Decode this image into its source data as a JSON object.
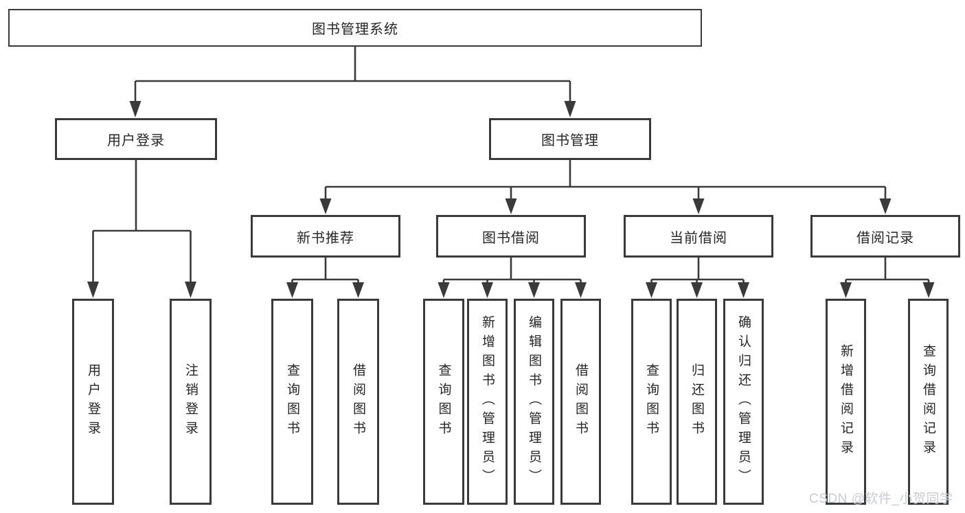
{
  "diagram": {
    "root": {
      "label": "图书管理系统"
    },
    "branches": [
      {
        "label": "用户登录",
        "children": [
          {
            "label": "用户登录"
          },
          {
            "label": "注销登录"
          }
        ]
      },
      {
        "label": "图书管理",
        "children": [
          {
            "label": "新书推荐",
            "children": [
              {
                "label": "查询图书"
              },
              {
                "label": "借阅图书"
              }
            ]
          },
          {
            "label": "图书借阅",
            "children": [
              {
                "label": "查询图书"
              },
              {
                "label": "新增图书（管理员）"
              },
              {
                "label": "编辑图书（管理员）"
              },
              {
                "label": "借阅图书"
              }
            ]
          },
          {
            "label": "当前借阅",
            "children": [
              {
                "label": "查询图书"
              },
              {
                "label": "归还图书"
              },
              {
                "label": "确认归还（管理员）"
              }
            ]
          },
          {
            "label": "借阅记录",
            "children": [
              {
                "label": "新增借阅记录"
              },
              {
                "label": "查询借阅记录"
              }
            ]
          }
        ]
      }
    ],
    "watermark": "CSDN @软件_小贺同学",
    "colors": {
      "line": "#3a3a3a",
      "box_border": "#3a3a3a",
      "box_fill": "#ffffff",
      "text": "#262626",
      "watermark": "#c9ccd1",
      "background": "#ffffff"
    }
  }
}
